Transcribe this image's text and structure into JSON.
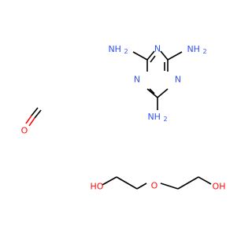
{
  "melamine": {
    "amino_top_left": "NH2",
    "amino_top_right": "NH2",
    "amino_bottom": "NH2",
    "ring_n_top": "N",
    "ring_n_left": "N",
    "ring_n_right": "N"
  },
  "formaldehyde": {
    "oxygen": "O"
  },
  "diethylene_glycol": {
    "hydroxyl_left": "HO",
    "ether_oxygen": "O",
    "hydroxyl_right": "OH"
  },
  "colors": {
    "nitrogen": "#3050f8",
    "oxygen": "#ff0d0d",
    "bond": "#000000"
  }
}
